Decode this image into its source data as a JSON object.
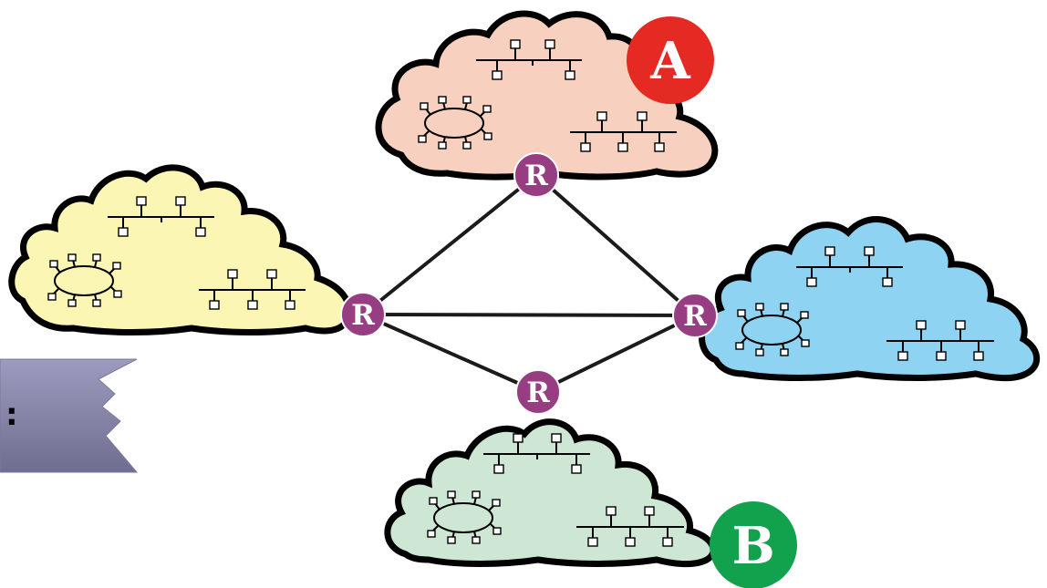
{
  "diagram": {
    "router_label": "R",
    "host_a_label": "A",
    "host_b_label": "B",
    "side_tab_text": ":",
    "colors": {
      "cloud_top": "#f8d0bf",
      "cloud_left": "#fbf6b3",
      "cloud_right": "#8fd3f2",
      "cloud_bottom": "#cde7d4",
      "router": "#973e82",
      "badge_a": "#e42a22",
      "badge_b": "#12a24e",
      "link": "#1b1b1b",
      "tab": "#8a89ad"
    }
  }
}
